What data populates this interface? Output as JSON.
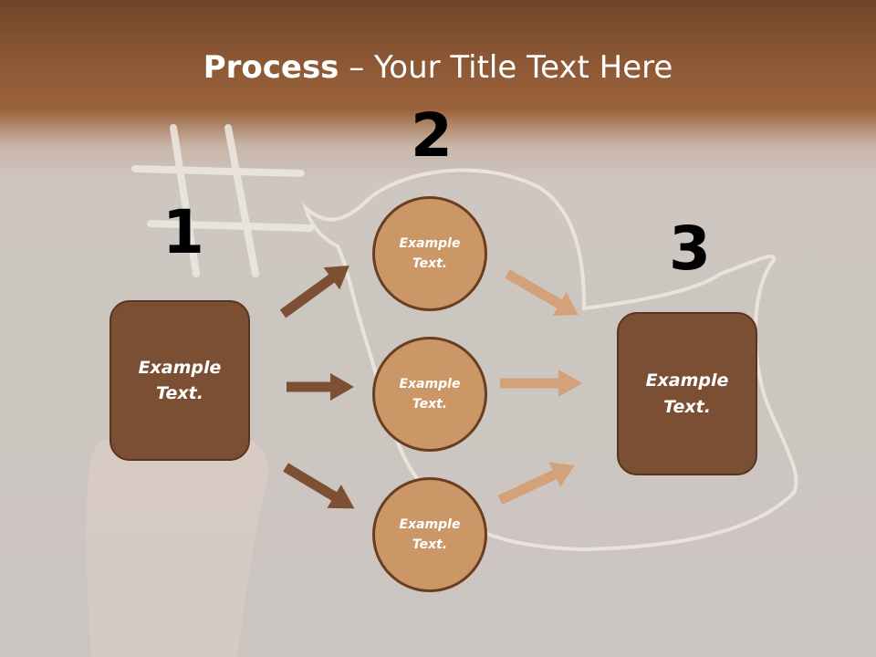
{
  "title": {
    "bold": "Process",
    "rest": " – Your Title Text Here"
  },
  "steps": {
    "n1": "1",
    "n2": "2",
    "n3": "3"
  },
  "left_box": "Example\nText.",
  "circles": [
    "Example\nText.",
    "Example\nText.",
    "Example\nText."
  ],
  "right_box": "Example\nText.",
  "colors": {
    "dark_brown": "#7b4f34",
    "light_brown": "#cc9766",
    "arrow_dark": "#7d4f33",
    "arrow_light": "#d4a27a"
  }
}
